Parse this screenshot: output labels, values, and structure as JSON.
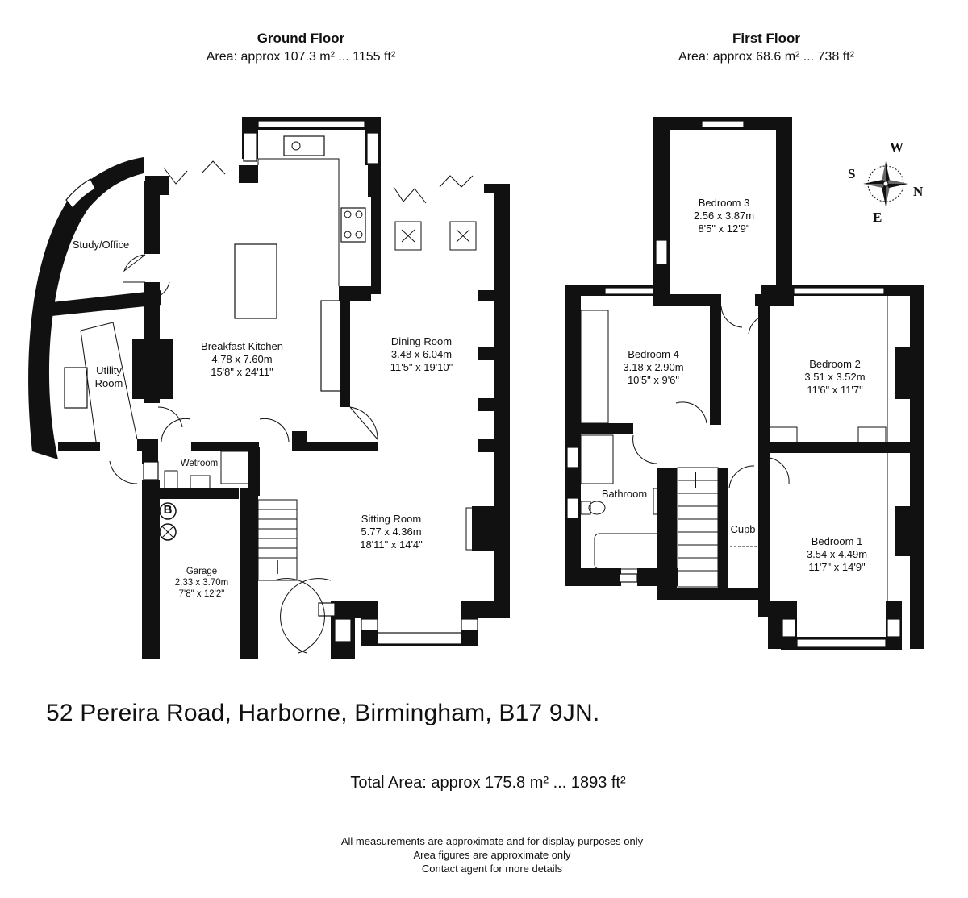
{
  "ground_floor": {
    "title": "Ground Floor",
    "area": "Area: approx 107.3 m² ... 1155 ft²",
    "rooms": {
      "study": {
        "name": "Study/Office"
      },
      "utility": {
        "name": "Utility",
        "name2": "Room"
      },
      "kitchen": {
        "name": "Breakfast Kitchen",
        "metric": "4.78 x 7.60m",
        "imperial": "15'8\" x 24'11\""
      },
      "dining": {
        "name": "Dining Room",
        "metric": "3.48 x 6.04m",
        "imperial": "11'5\" x 19'10\""
      },
      "wetroom": {
        "name": "Wetroom"
      },
      "sitting": {
        "name": "Sitting Room",
        "metric": "5.77 x 4.36m",
        "imperial": "18'11\" x 14'4\""
      },
      "garage": {
        "name": "Garage",
        "metric": "2.33 x 3.70m",
        "imperial": "7'8\" x 12'2\""
      }
    },
    "boiler_symbol": "B"
  },
  "first_floor": {
    "title": "First Floor",
    "area": "Area: approx 68.6 m² ... 738 ft²",
    "rooms": {
      "bed3": {
        "name": "Bedroom 3",
        "metric": "2.56 x 3.87m",
        "imperial": "8'5\" x 12'9\""
      },
      "bed4": {
        "name": "Bedroom 4",
        "metric": "3.18 x 2.90m",
        "imperial": "10'5\" x 9'6\""
      },
      "bed2": {
        "name": "Bedroom 2",
        "metric": "3.51 x 3.52m",
        "imperial": "11'6\" x 11'7\""
      },
      "bath": {
        "name": "Bathroom"
      },
      "cupb": {
        "name": "Cupb"
      },
      "bed1": {
        "name": "Bedroom 1",
        "metric": "3.54 x 4.49m",
        "imperial": "11'7\" x 14'9\""
      }
    }
  },
  "compass": {
    "n": "N",
    "s": "S",
    "e": "E",
    "w": "W"
  },
  "address": "52 Pereira Road, Harborne, Birmingham, B17 9JN.",
  "total_area": "Total Area: approx 175.8 m² ... 1893 ft²",
  "disclaimer": {
    "line1": "All measurements are approximate and for display purposes only",
    "line2": "Area figures are approximate only",
    "line3": "Contact agent for more details"
  }
}
